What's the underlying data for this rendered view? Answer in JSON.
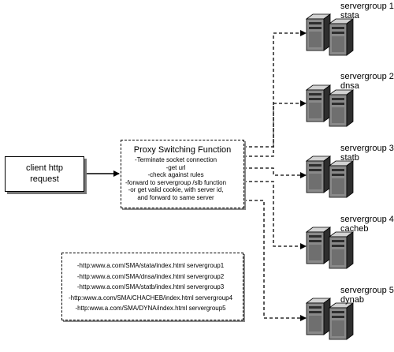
{
  "client": {
    "label": "client http\nrequest"
  },
  "proxy": {
    "title": "Proxy Switching Function",
    "lines": [
      "-Terminate socket connection",
      "-get url",
      "-check against rules",
      "-forward to servergroup /slb function",
      "-or get valid cookie, with server id,",
      "and forward to same server"
    ]
  },
  "url_rules": [
    "-http:www.a.com/SMA/stata/index.html servergroup1",
    "-http:www.a.com/SMA/dnsa/index.html servergroup2",
    "-http:www.a.com/SMA/statb/index.html servergroup3",
    "-http:www.a.com/SMA/CHACHEB/index.html servergroup4",
    "-http:www.a.com/SMA/DYNA/index.html servergroup5"
  ],
  "server_groups": [
    {
      "name": "servergroup 1",
      "sub": "stata"
    },
    {
      "name": "servergroup 2",
      "sub": "dnsa"
    },
    {
      "name": "servergroup 3",
      "sub": "statb"
    },
    {
      "name": "servergroup 4",
      "sub": "cacheb"
    },
    {
      "name": "servergroup 5",
      "sub": "dynab"
    }
  ],
  "colors": {
    "line": "#000000",
    "server_dark": "#2e2e2e",
    "server_mid": "#8a8a8a",
    "server_light": "#d2d2d2"
  }
}
